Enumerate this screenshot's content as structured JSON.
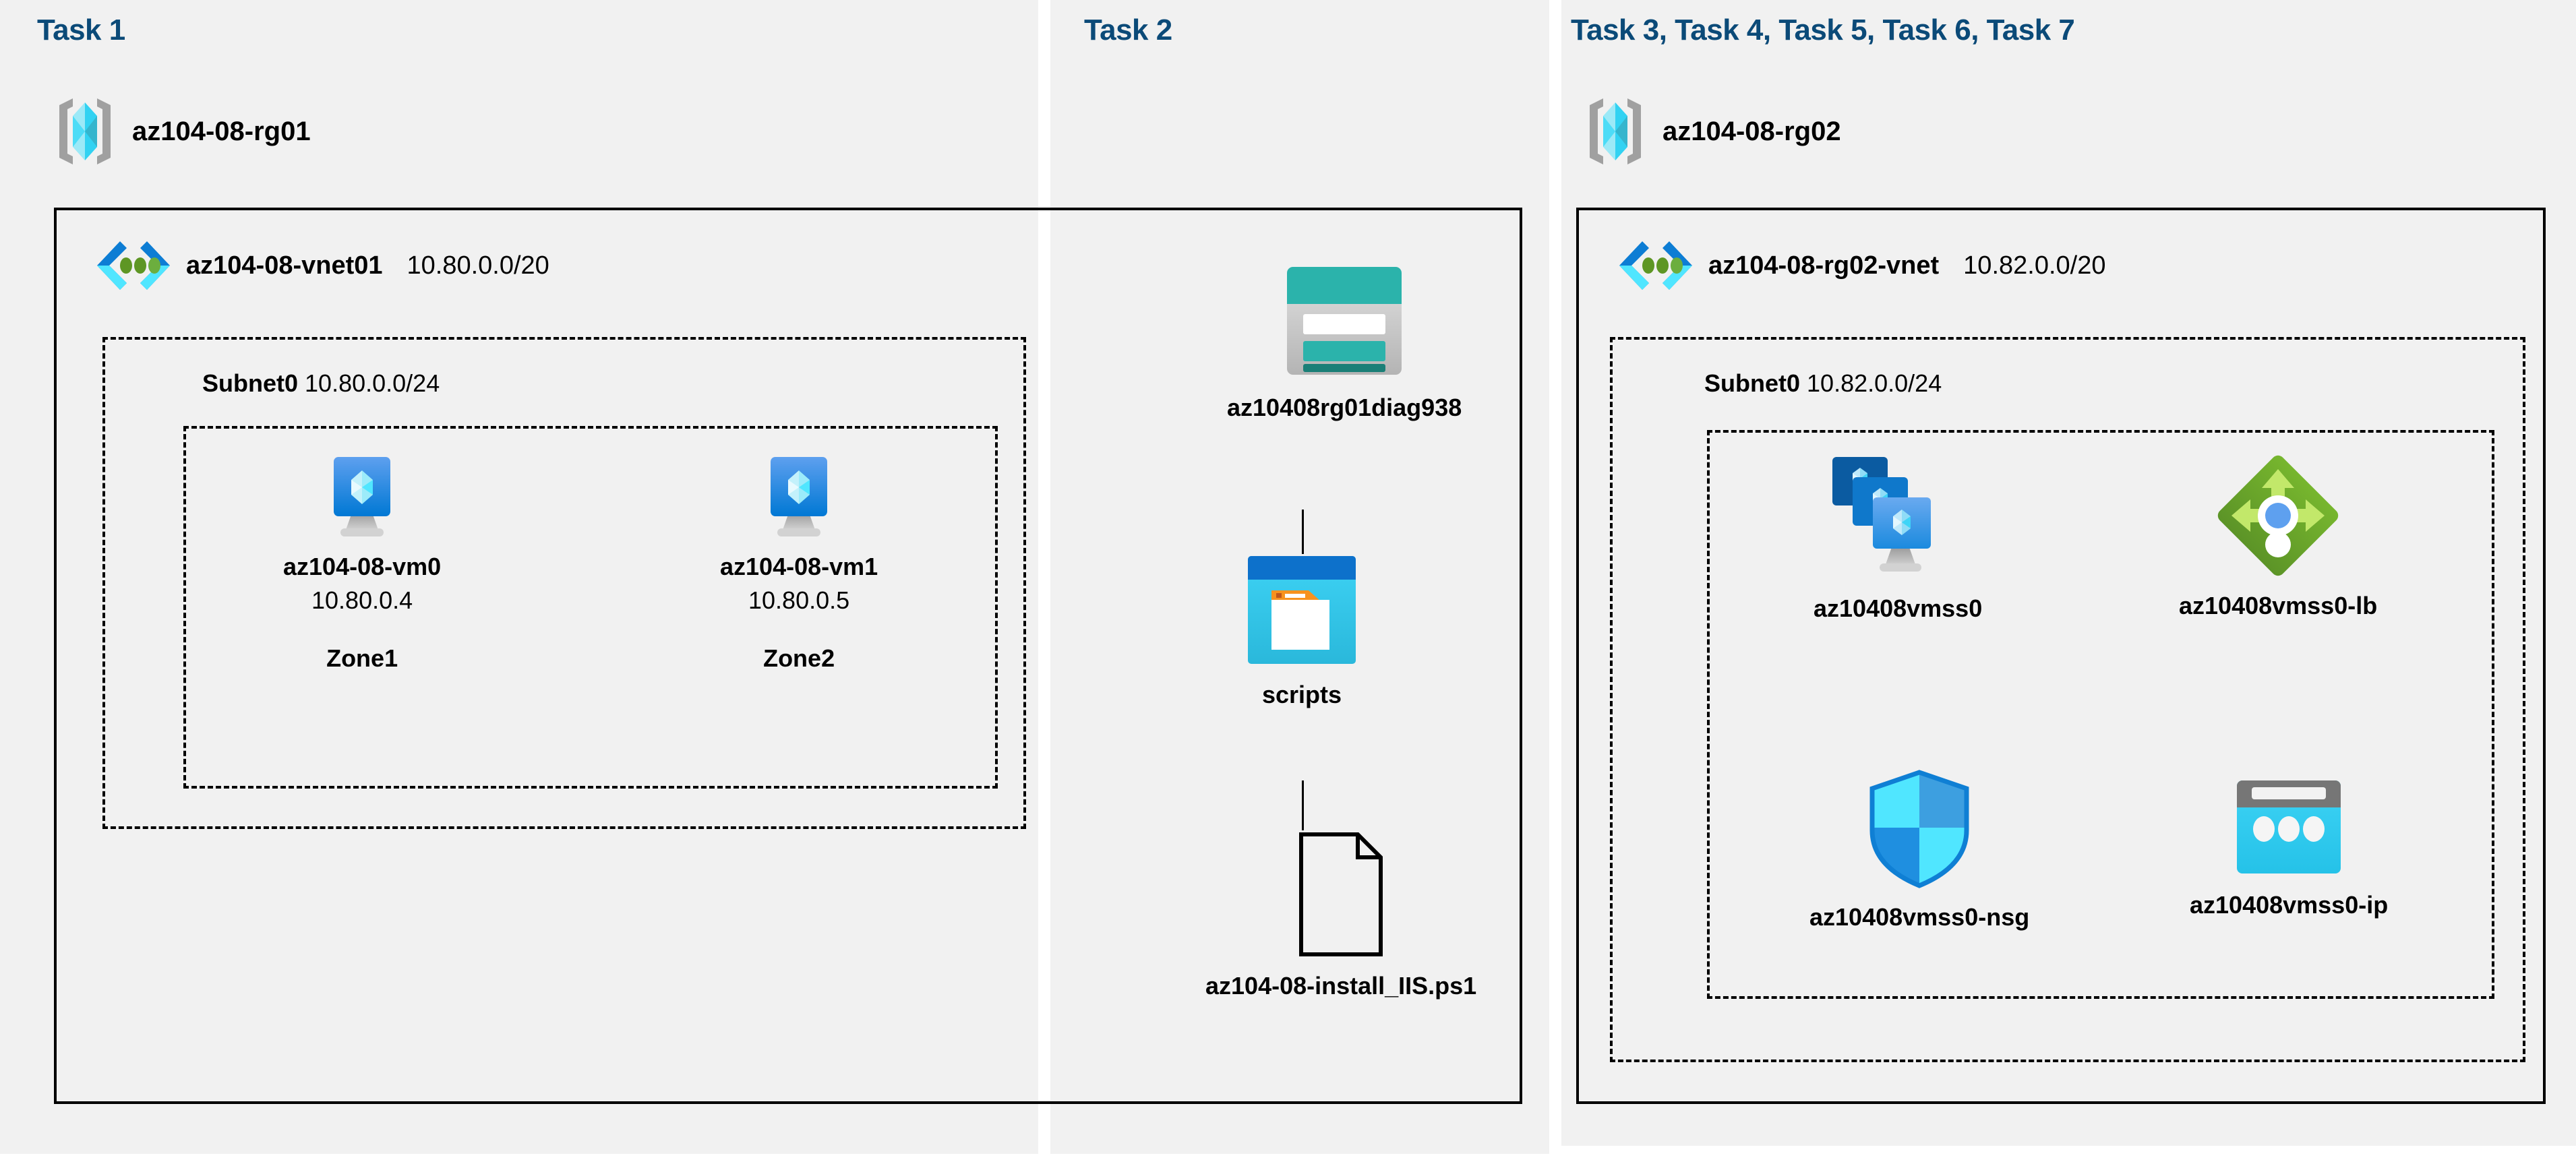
{
  "columns": {
    "task1": {
      "title": "Task 1"
    },
    "task2": {
      "title": "Task 2"
    },
    "task3": {
      "title": "Task 3, Task 4, Task 5, Task 6, Task 7"
    }
  },
  "resource_groups": [
    {
      "id": "rg01",
      "name": "az104-08-rg01",
      "icon": "resource-group-icon"
    },
    {
      "id": "rg02",
      "name": "az104-08-rg02",
      "icon": "resource-group-icon"
    }
  ],
  "vnets": [
    {
      "id": "vnet01",
      "name": "az104-08-vnet01",
      "cidr": "10.80.0.0/20",
      "icon": "virtual-network-icon"
    },
    {
      "id": "vnet02",
      "name": "az104-08-rg02-vnet",
      "cidr": "10.82.0.0/20",
      "icon": "virtual-network-icon"
    }
  ],
  "subnets": [
    {
      "id": "subnet01",
      "name": "Subnet0",
      "cidr": "10.80.0.0/24"
    },
    {
      "id": "subnet02",
      "name": "Subnet0",
      "cidr": "10.82.0.0/24"
    }
  ],
  "nodes": {
    "vm0": {
      "name": "az104-08-vm0",
      "ip": "10.80.0.4",
      "zone": "Zone1",
      "icon": "virtual-machine-icon"
    },
    "vm1": {
      "name": "az104-08-vm1",
      "ip": "10.80.0.5",
      "zone": "Zone2",
      "icon": "virtual-machine-icon"
    },
    "storage": {
      "name": "az10408rg01diag938",
      "icon": "storage-account-icon"
    },
    "container": {
      "name": "scripts",
      "icon": "blob-container-icon"
    },
    "script": {
      "name": "az104-08-install_IIS.ps1",
      "icon": "file-icon"
    },
    "vmss": {
      "name": "az10408vmss0",
      "icon": "vm-scale-set-icon"
    },
    "lb": {
      "name": "az10408vmss0-lb",
      "icon": "load-balancer-icon"
    },
    "nsg": {
      "name": "az10408vmss0-nsg",
      "icon": "network-security-group-icon"
    },
    "pip": {
      "name": "az10408vmss0-ip",
      "icon": "public-ip-address-icon"
    }
  },
  "colors": {
    "task_title": "#0b4a78",
    "panel_bg": "#f1f1f1",
    "page_bg": "#ffffff",
    "border": "#000000",
    "azure_blue": "#0078d4",
    "cyan": "#32bedd",
    "teal": "#2bb3ab",
    "green": "#6cae3e",
    "orange": "#f7921e",
    "grey": "#949494"
  }
}
